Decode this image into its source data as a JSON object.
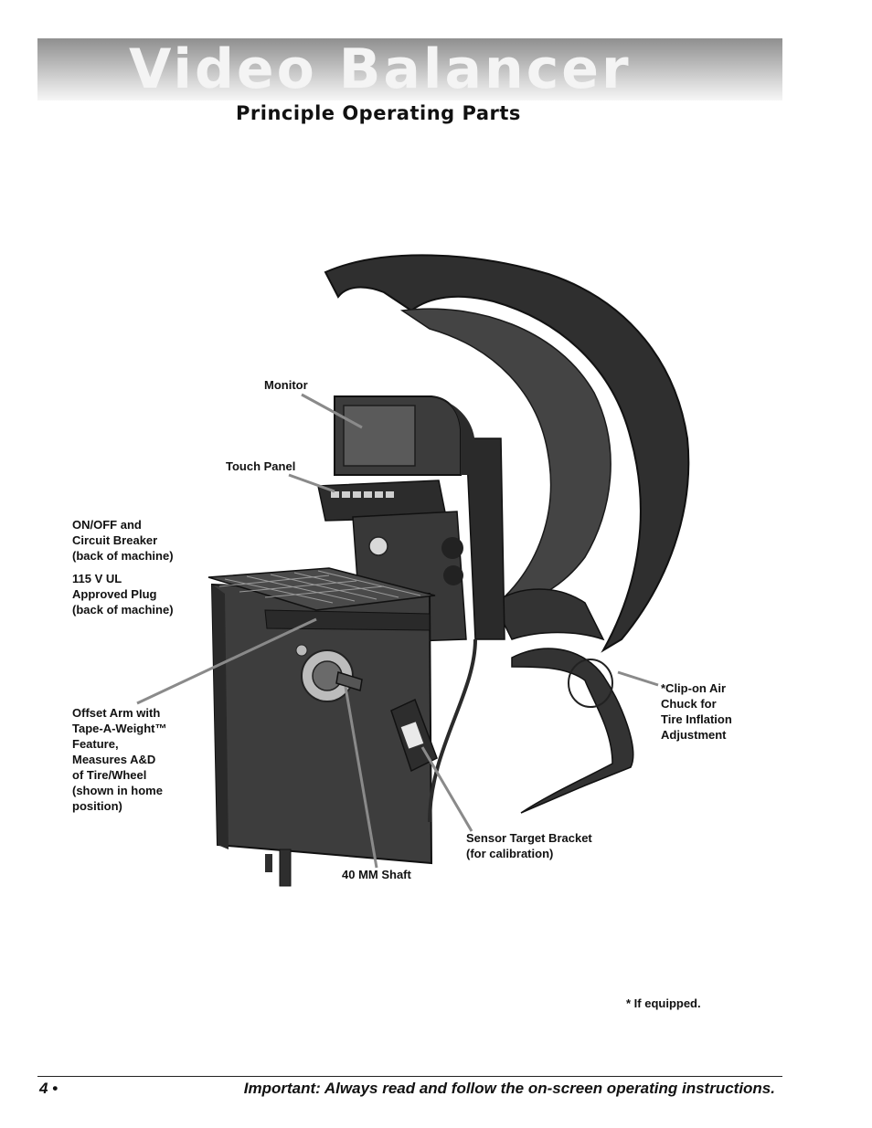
{
  "header": {
    "banner_title": "Video Balancer",
    "section_title": "Principle Operating Parts"
  },
  "callouts": {
    "monitor": [
      "Monitor"
    ],
    "touch_panel": [
      "Touch Panel"
    ],
    "on_off": [
      "ON/OFF and",
      "Circuit Breaker",
      "(back of machine)"
    ],
    "plug": [
      "115 V UL",
      "Approved Plug",
      "(back of machine)"
    ],
    "offset_arm": [
      "Offset Arm with",
      "Tape-A-Weight™",
      "Feature,",
      "Measures A&D",
      "of Tire/Wheel",
      "(shown in home",
      "position)"
    ],
    "air_chuck": [
      "*Clip-on Air",
      "Chuck for",
      "Tire Inflation",
      "Adjustment"
    ],
    "sensor_bracket": [
      "Sensor Target Bracket",
      "(for calibration)"
    ],
    "shaft": [
      "40 MM Shaft"
    ]
  },
  "notes": {
    "if_equipped": "* If equipped."
  },
  "footer": {
    "page_number": "4 •",
    "instruction": "Important: Always read and follow the on-screen operating instructions."
  },
  "colors": {
    "machine_body": "#3a3a3a",
    "hood": "#2f2f2f",
    "leader_lines": "#8a8a8a"
  }
}
